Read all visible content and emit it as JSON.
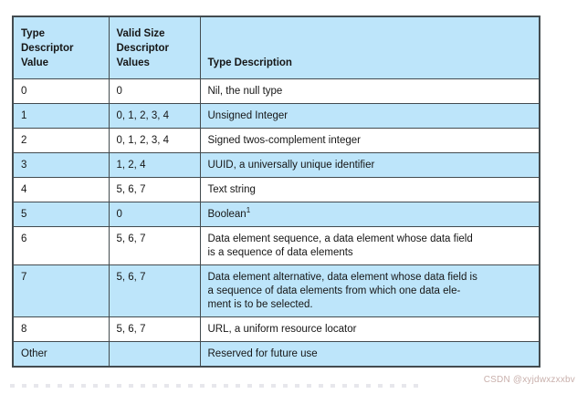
{
  "colors": {
    "highlight_blue": "#bde5fa",
    "border": "#434b4f",
    "text": "#161616",
    "watermark": "#c9b0ac"
  },
  "watermark": {
    "text": "CSDN @xyjdwxzxxbv"
  },
  "table": {
    "columns": [
      {
        "label": "Type\nDescriptor\nValue"
      },
      {
        "label": "Valid Size\nDescriptor\nValues"
      },
      {
        "label": "Type Description"
      }
    ],
    "rows": [
      {
        "type_value": "0",
        "valid_sizes": "0",
        "description": "Nil, the null type"
      },
      {
        "type_value": "1",
        "valid_sizes": "0, 1, 2, 3, 4",
        "description": "Unsigned Integer"
      },
      {
        "type_value": "2",
        "valid_sizes": "0, 1, 2, 3, 4",
        "description": "Signed twos-complement integer"
      },
      {
        "type_value": "3",
        "valid_sizes": "1, 2, 4",
        "description": "UUID, a universally unique identifier"
      },
      {
        "type_value": "4",
        "valid_sizes": "5, 6, 7",
        "description": "Text string"
      },
      {
        "type_value": "5",
        "valid_sizes": "0",
        "description": "Boolean",
        "description_superscript": "1"
      },
      {
        "type_value": "6",
        "valid_sizes": "5, 6, 7",
        "description": "Data element sequence, a data element whose data field\nis a sequence of data elements"
      },
      {
        "type_value": "7",
        "valid_sizes": "5, 6, 7",
        "description": "Data element alternative, data element whose data field is\na sequence of data elements from which one data ele-\nment is to be selected."
      },
      {
        "type_value": "8",
        "valid_sizes": "5, 6, 7",
        "description": "URL, a uniform resource locator"
      },
      {
        "type_value": "Other",
        "valid_sizes": "",
        "description": "Reserved for future use"
      }
    ]
  }
}
